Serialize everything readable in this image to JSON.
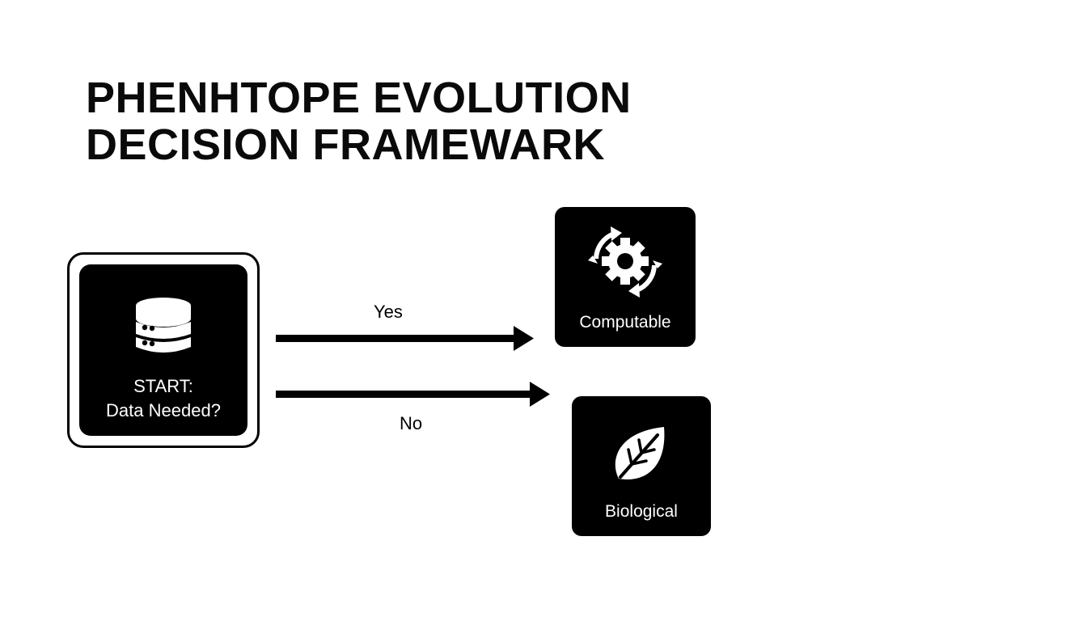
{
  "title": {
    "line1": "PHENHTOPE EVOLUTION",
    "line2": "DECISION FRAMEWARK"
  },
  "start_node": {
    "line1": "START:",
    "line2": "Data Needed?",
    "icon": "database-icon"
  },
  "edges": {
    "yes_label": "Yes",
    "no_label": "No"
  },
  "outcomes": {
    "computable": {
      "label": "Computable",
      "icon": "gear-cycle-icon"
    },
    "biological": {
      "label": "Biological",
      "icon": "leaf-icon"
    }
  },
  "colors": {
    "node_fill": "#000000",
    "node_text": "#ffffff",
    "background": "#ffffff"
  }
}
